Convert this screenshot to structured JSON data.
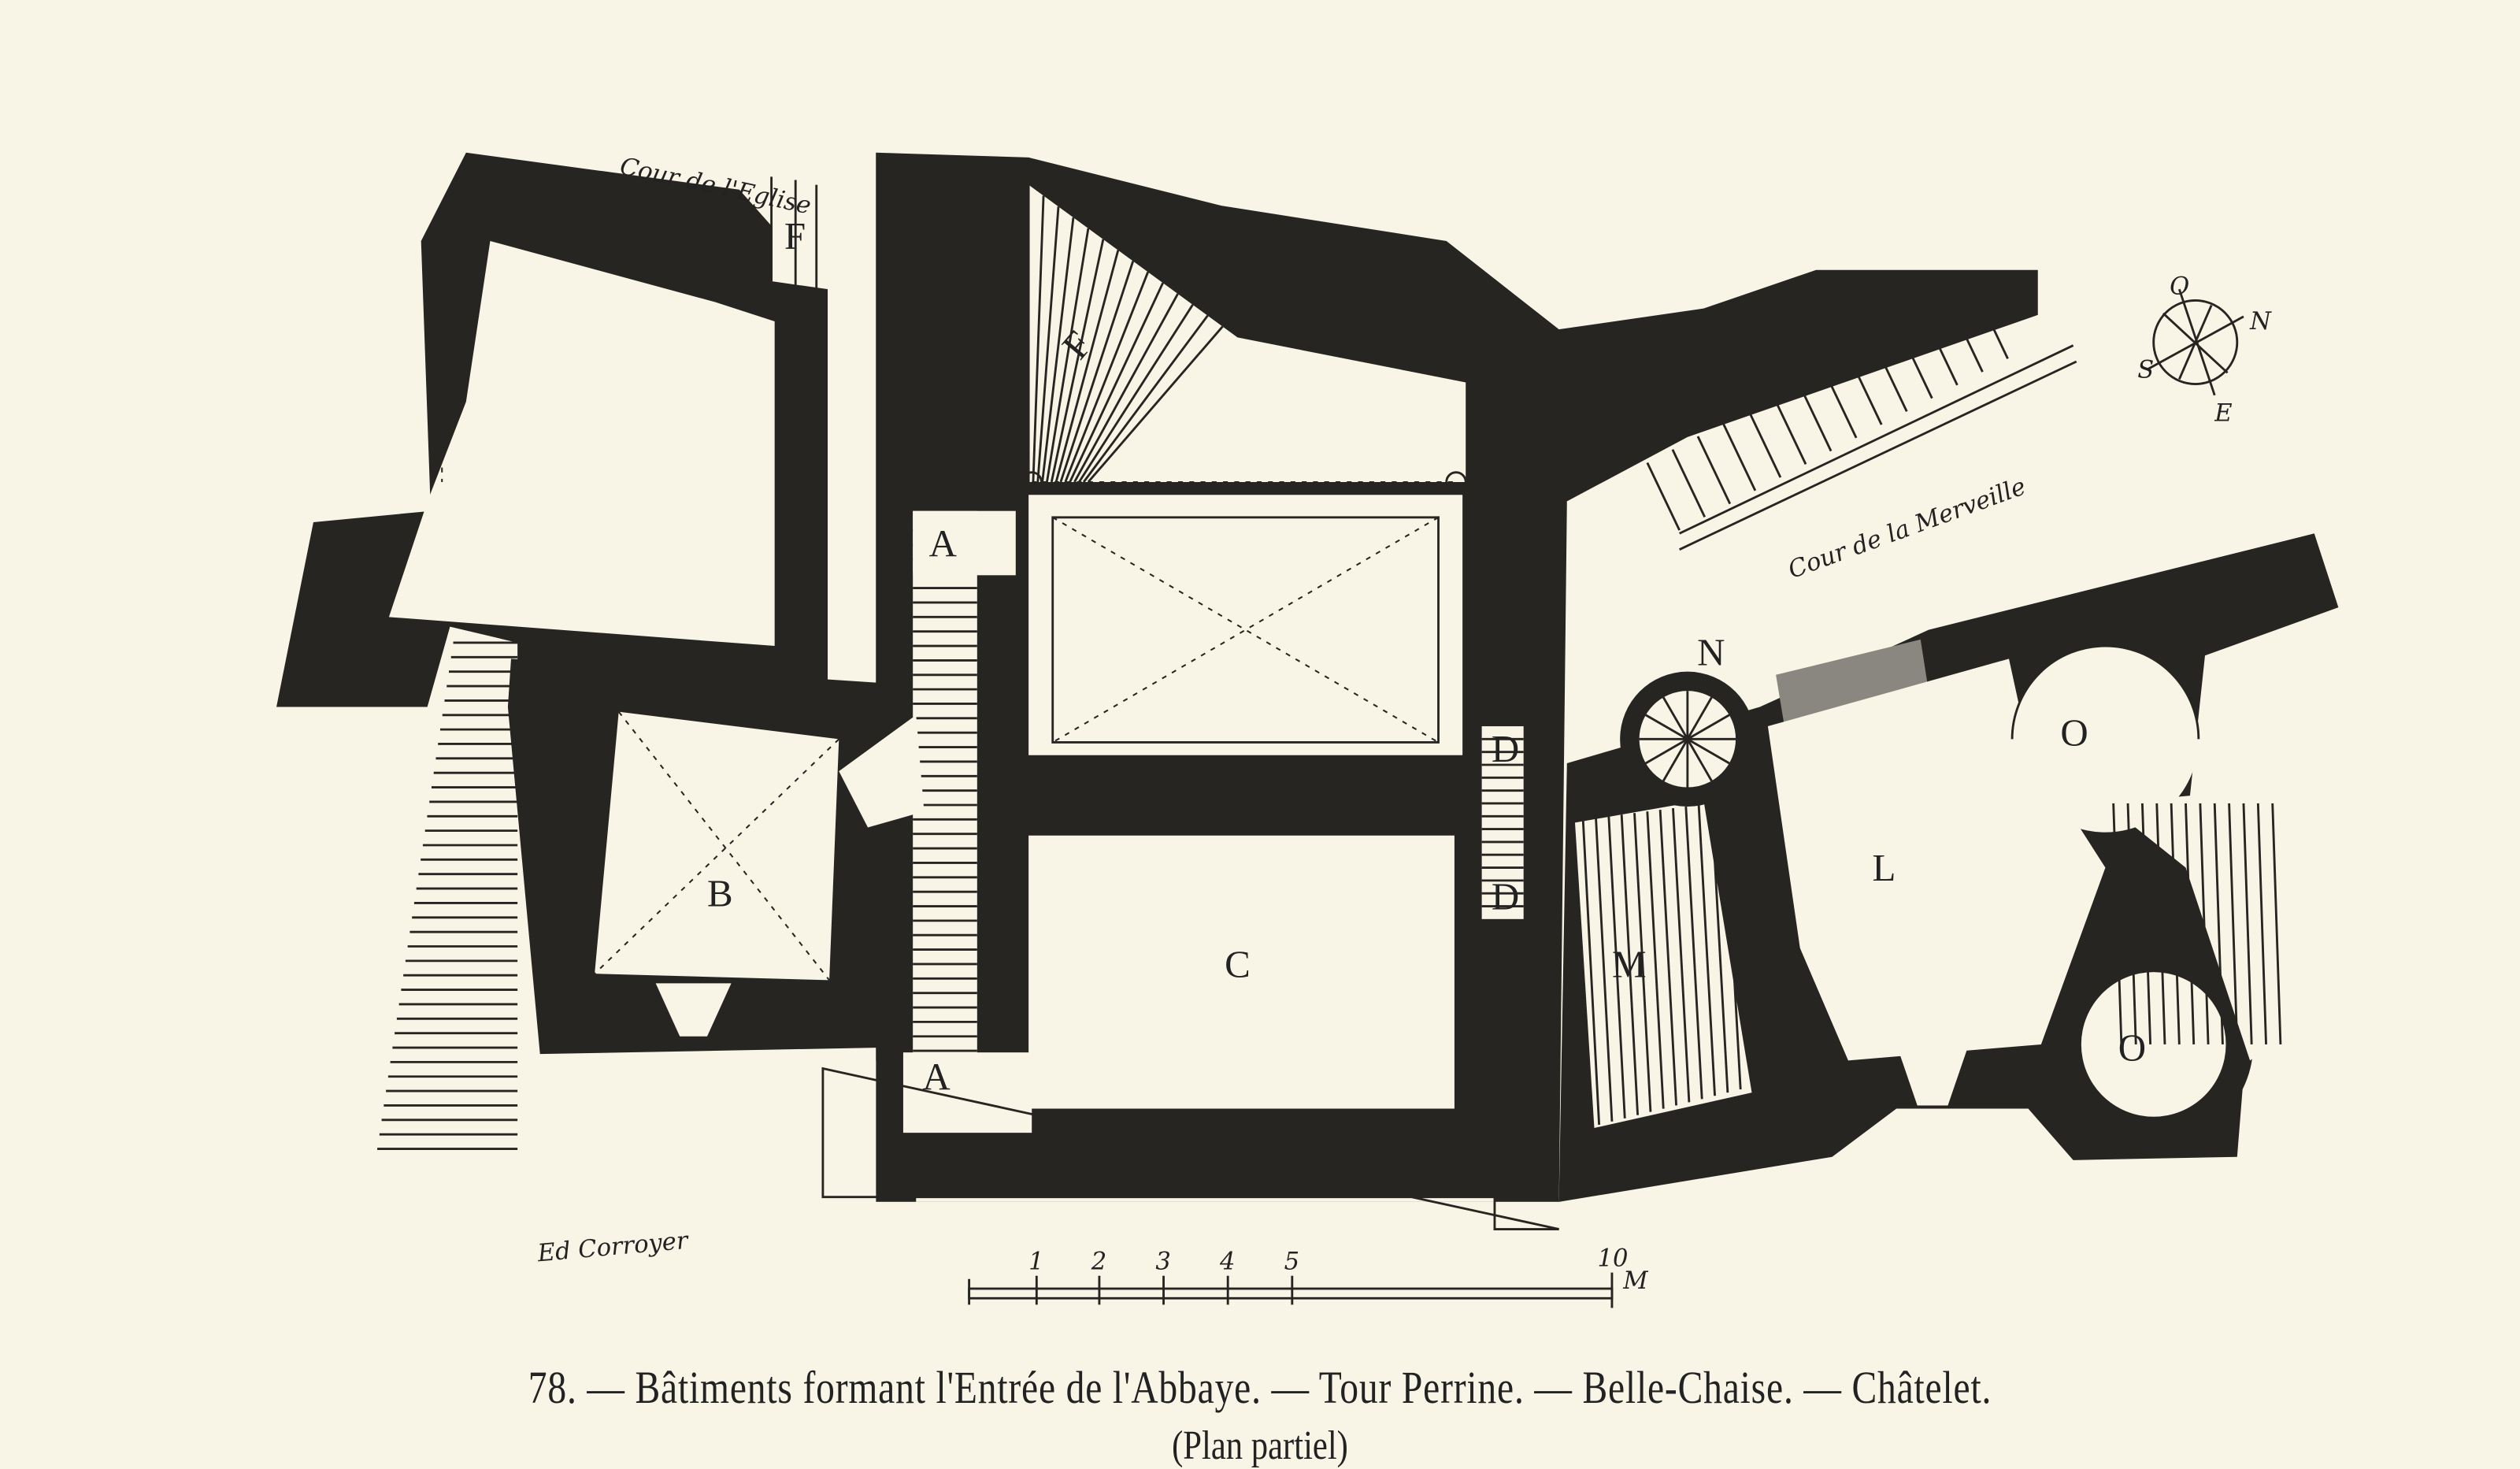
{
  "figure": {
    "caption": "78. — Bâtiments formant l'Entrée de l'Abbaye. — Tour Perrine. — Belle-Chaise. — Châtelet.",
    "subcaption": "(Plan partiel)",
    "signature": "Ed Corroyer",
    "scale_unit": "M",
    "scale_ticks": [
      "1",
      "2",
      "3",
      "4",
      "5",
      "10"
    ]
  },
  "plan": {
    "courtyards": {
      "eglise": "Cour de l'Eglise",
      "merveille": "Cour de la Merveille"
    },
    "rooms": {
      "a_upper": "A",
      "a_lower": "A",
      "b": "B",
      "c": "C",
      "d_upper": "D",
      "d_lower": "D",
      "f_small": "F",
      "f_stair": "F",
      "l": "L",
      "m": "M",
      "n": "N",
      "o_upper": "O",
      "o_lower": "O"
    },
    "compass": {
      "north": "N",
      "south": "S",
      "west": "O",
      "east": "E"
    }
  },
  "colors": {
    "paper": "#f8f4e6",
    "ink": "#272522"
  }
}
